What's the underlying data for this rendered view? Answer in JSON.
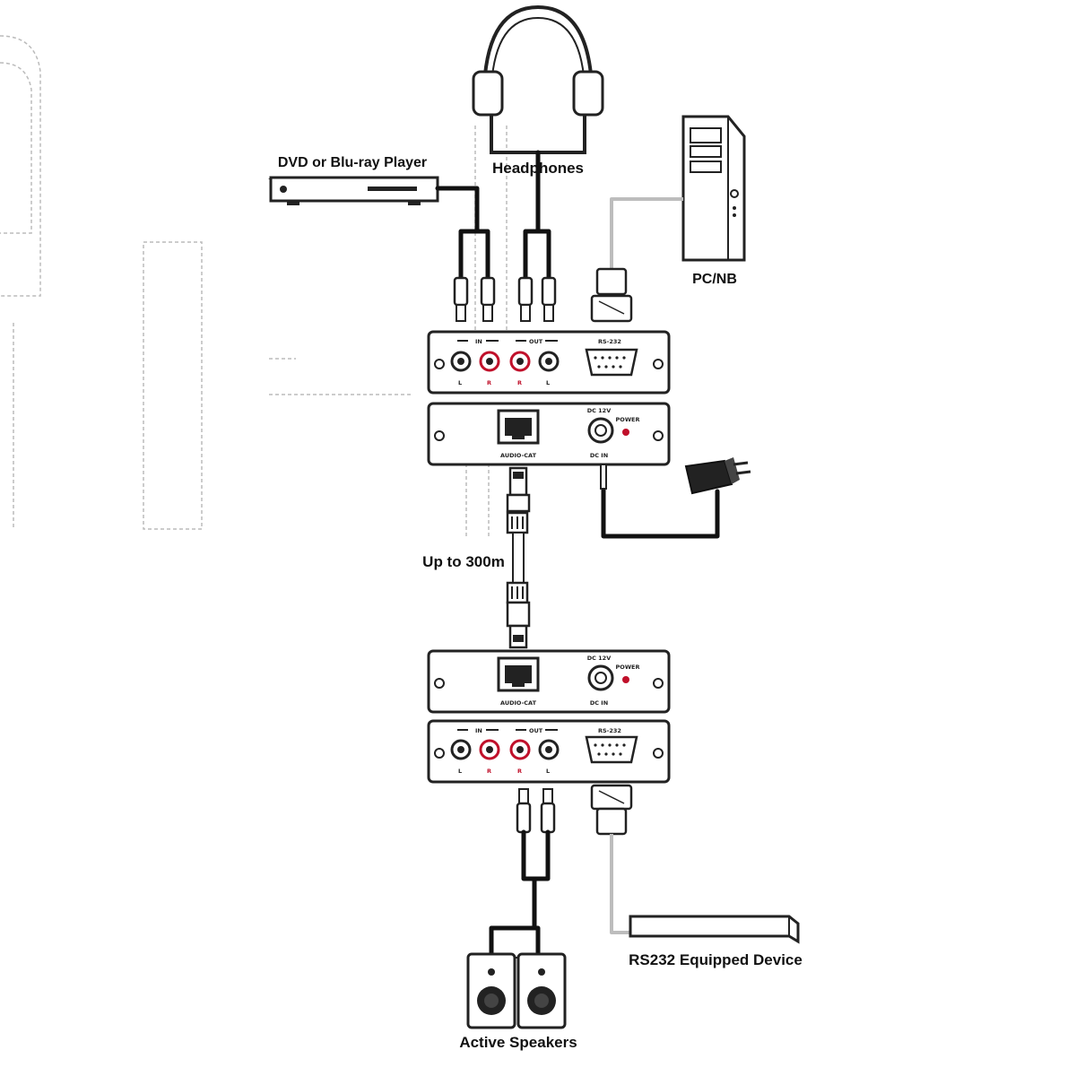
{
  "labels": {
    "headphones": "Headphones",
    "dvd_player": "DVD or Blu-ray Player",
    "pc": "PC/NB",
    "distance": "Up to 300m",
    "rs232_device": "RS232 Equipped Device",
    "speakers": "Active Speakers"
  },
  "panel": {
    "in": "IN",
    "out": "OUT",
    "rs232": "RS-232",
    "left": "L",
    "right": "R",
    "audio_cat": "AUDIO-CAT",
    "dc": "DC 12V",
    "power": "POWER",
    "dc_sub": "DC IN"
  },
  "colors": {
    "cable": "#111111",
    "accent": "#c0102a",
    "device_outline": "#222222",
    "faded": "#bdbdbd"
  }
}
